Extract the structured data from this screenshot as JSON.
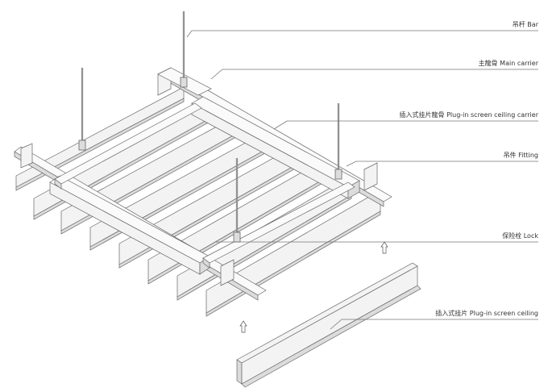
{
  "labels": [
    {
      "id": "bar",
      "text": "吊杆  Bar"
    },
    {
      "id": "main_carrier",
      "text": "主龍骨  Main carrier"
    },
    {
      "id": "plugin_carrier",
      "text": "插入式挂片龍骨  Plug-in screen ceiling carrier"
    },
    {
      "id": "fitting",
      "text": "吊件  Fitting"
    },
    {
      "id": "lock",
      "text": "保险栓  Lock"
    },
    {
      "id": "plugin_ceiling",
      "text": "插入式挂片  Plug-in screen ceiling"
    }
  ],
  "colors": {
    "line": "#666666",
    "face": "#f3f3f3",
    "shade": "#dcdcdc",
    "leader": "#777777"
  }
}
